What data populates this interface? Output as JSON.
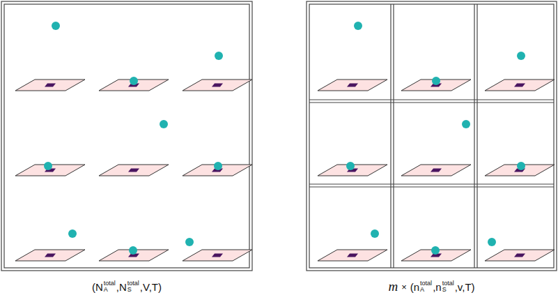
{
  "diagram": {
    "labels": [
      "(N",
      "total",
      "A",
      ",N",
      "total",
      "S",
      ",V,T)",
      "m",
      "×",
      "(n",
      "total",
      "A",
      ",n",
      "total",
      "S",
      ",v,T)"
    ]
  }
}
